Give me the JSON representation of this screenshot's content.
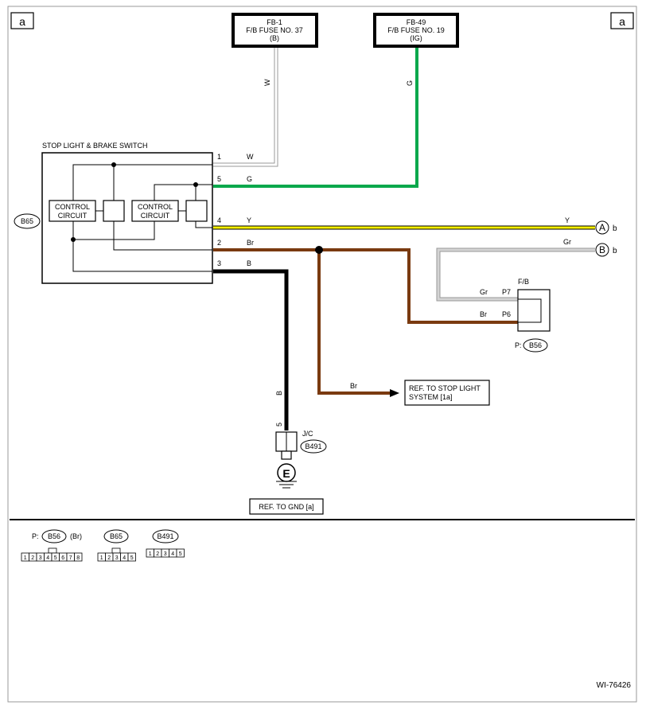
{
  "corner_left": "a",
  "corner_right": "a",
  "fuse1": {
    "line1": "FB-1",
    "line2": "F/B FUSE NO. 37",
    "line3": "(B)"
  },
  "fuse2": {
    "line1": "FB-49",
    "line2": "F/B FUSE NO. 19",
    "line3": "(IG)"
  },
  "switch_title": "STOP LIGHT & BRAKE SWITCH",
  "switch_connector": "B65",
  "control_circuit_1": {
    "line1": "CONTROL",
    "line2": "CIRCUIT"
  },
  "control_circuit_2": {
    "line1": "CONTROL",
    "line2": "CIRCUIT"
  },
  "pins": [
    {
      "num": "1",
      "color": "W"
    },
    {
      "num": "5",
      "color": "G"
    },
    {
      "num": "4",
      "color": "Y"
    },
    {
      "num": "2",
      "color": "Br"
    },
    {
      "num": "3",
      "color": "B"
    }
  ],
  "wire_labels": {
    "w_vertical": "W",
    "g_vertical": "G",
    "y_right": "Y",
    "gr_right": "Gr",
    "gr_fb": "Gr",
    "br_fb": "Br",
    "br_stop": "Br",
    "b_vertical": "B",
    "jc_pin": "5"
  },
  "terminals": [
    {
      "letter": "A",
      "suffix": "b"
    },
    {
      "letter": "B",
      "suffix": "b"
    }
  ],
  "fb_block": {
    "title": "F/B",
    "pin_top": "P7",
    "pin_bottom": "P6",
    "connector_prefix": "P:",
    "connector": "B56"
  },
  "stop_ref": {
    "line1": "REF. TO STOP LIGHT",
    "line2": "SYSTEM [1a]"
  },
  "jc": {
    "label": "J/C",
    "connector": "B491"
  },
  "ground": {
    "symbol": "E",
    "ref": "REF. TO GND [a]"
  },
  "legend": {
    "c1": {
      "prefix": "P:",
      "name": "B56",
      "suffix": "(Br)",
      "pins": [
        "1",
        "2",
        "3",
        "4",
        "5",
        "6",
        "7",
        "8"
      ]
    },
    "c2": {
      "name": "B65",
      "pins": [
        "1",
        "2",
        "3",
        "4",
        "5"
      ]
    },
    "c3": {
      "name": "B491",
      "pins": [
        "1",
        "2",
        "3",
        "4",
        "5"
      ]
    }
  },
  "doc_id": "WI-76426",
  "colors": {
    "W": "#c8c8c8",
    "G": "#0aa84c",
    "Y": "#f4ee00",
    "Br": "#7a3a10",
    "B": "#000000",
    "Gr": "#c8c8c8"
  }
}
